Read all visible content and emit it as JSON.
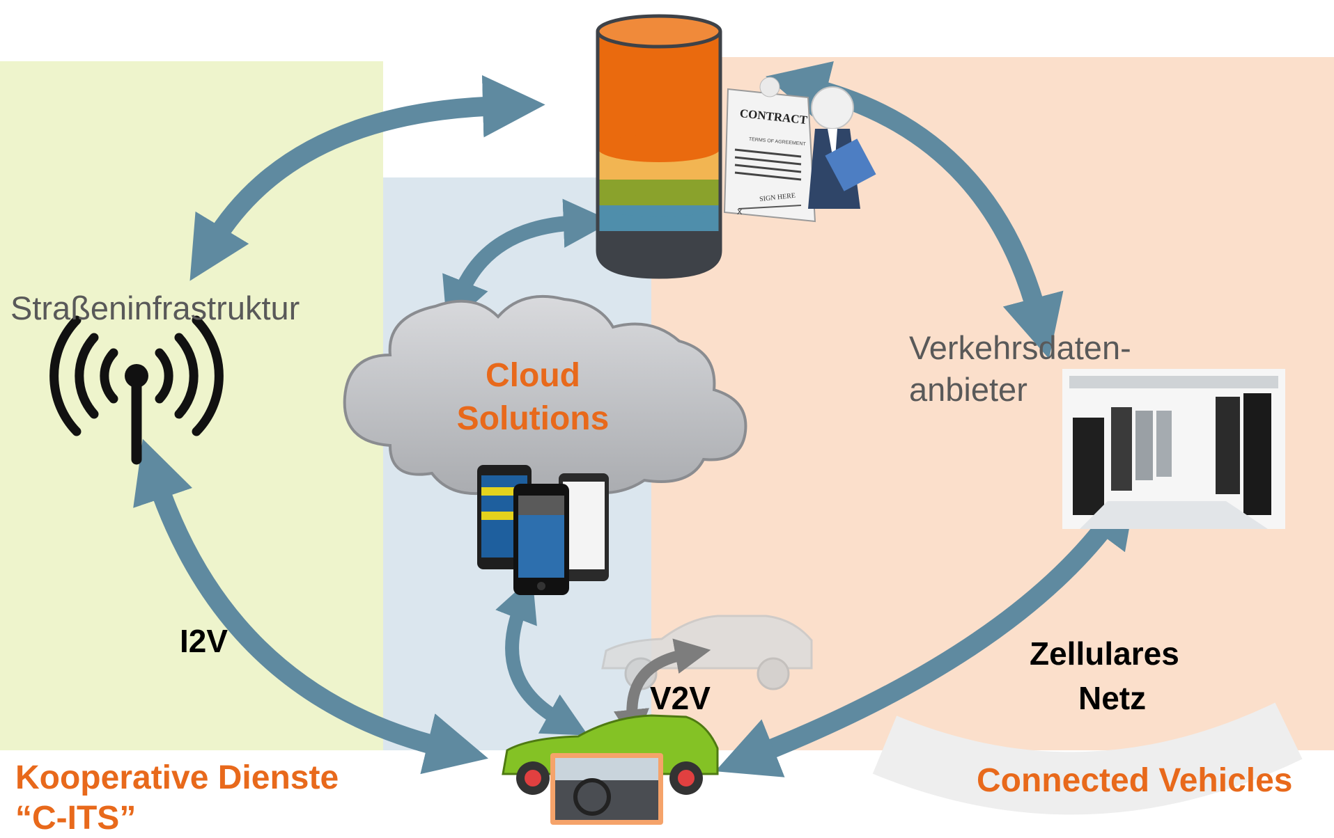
{
  "diagram": {
    "labels": {
      "road_infrastructure": "Straßeninfrastruktur",
      "traffic_data_provider_line1": "Verkehrsdaten-",
      "traffic_data_provider_line2": "anbieter",
      "cloud_line1": "Cloud",
      "cloud_line2": "Solutions",
      "i2v": "I2V",
      "v2v": "V2V",
      "cellular_line1": "Zellulares",
      "cellular_line2": "Netz",
      "cooperative_line1": "Kooperative Dienste",
      "cooperative_line2": "“C-ITS”",
      "connected_vehicles": "Connected Vehicles"
    },
    "contract": {
      "title": "CONTRACT",
      "subtitle": "TERMS OF AGREEMENT",
      "sign": "SIGN HERE",
      "mark": "X"
    },
    "colors": {
      "orange": "#e8691b",
      "arrow": "#5f8aa0",
      "green_zone": "#eef4cc",
      "blue_zone": "#dbe6ee",
      "peach_zone": "#fbdfcb",
      "db_orange": "#ea6a0e",
      "db_yellow": "#f2b552",
      "db_green": "#8aa22c",
      "db_blue": "#4f8eab",
      "db_dark": "#3e4248",
      "car_green": "#84c225"
    },
    "icons": [
      "database-icon",
      "contract-figure-icon",
      "antenna-icon",
      "cloud-icon",
      "smartphones-icon",
      "server-room-icon",
      "car-icon",
      "ghost-car-icon"
    ]
  }
}
